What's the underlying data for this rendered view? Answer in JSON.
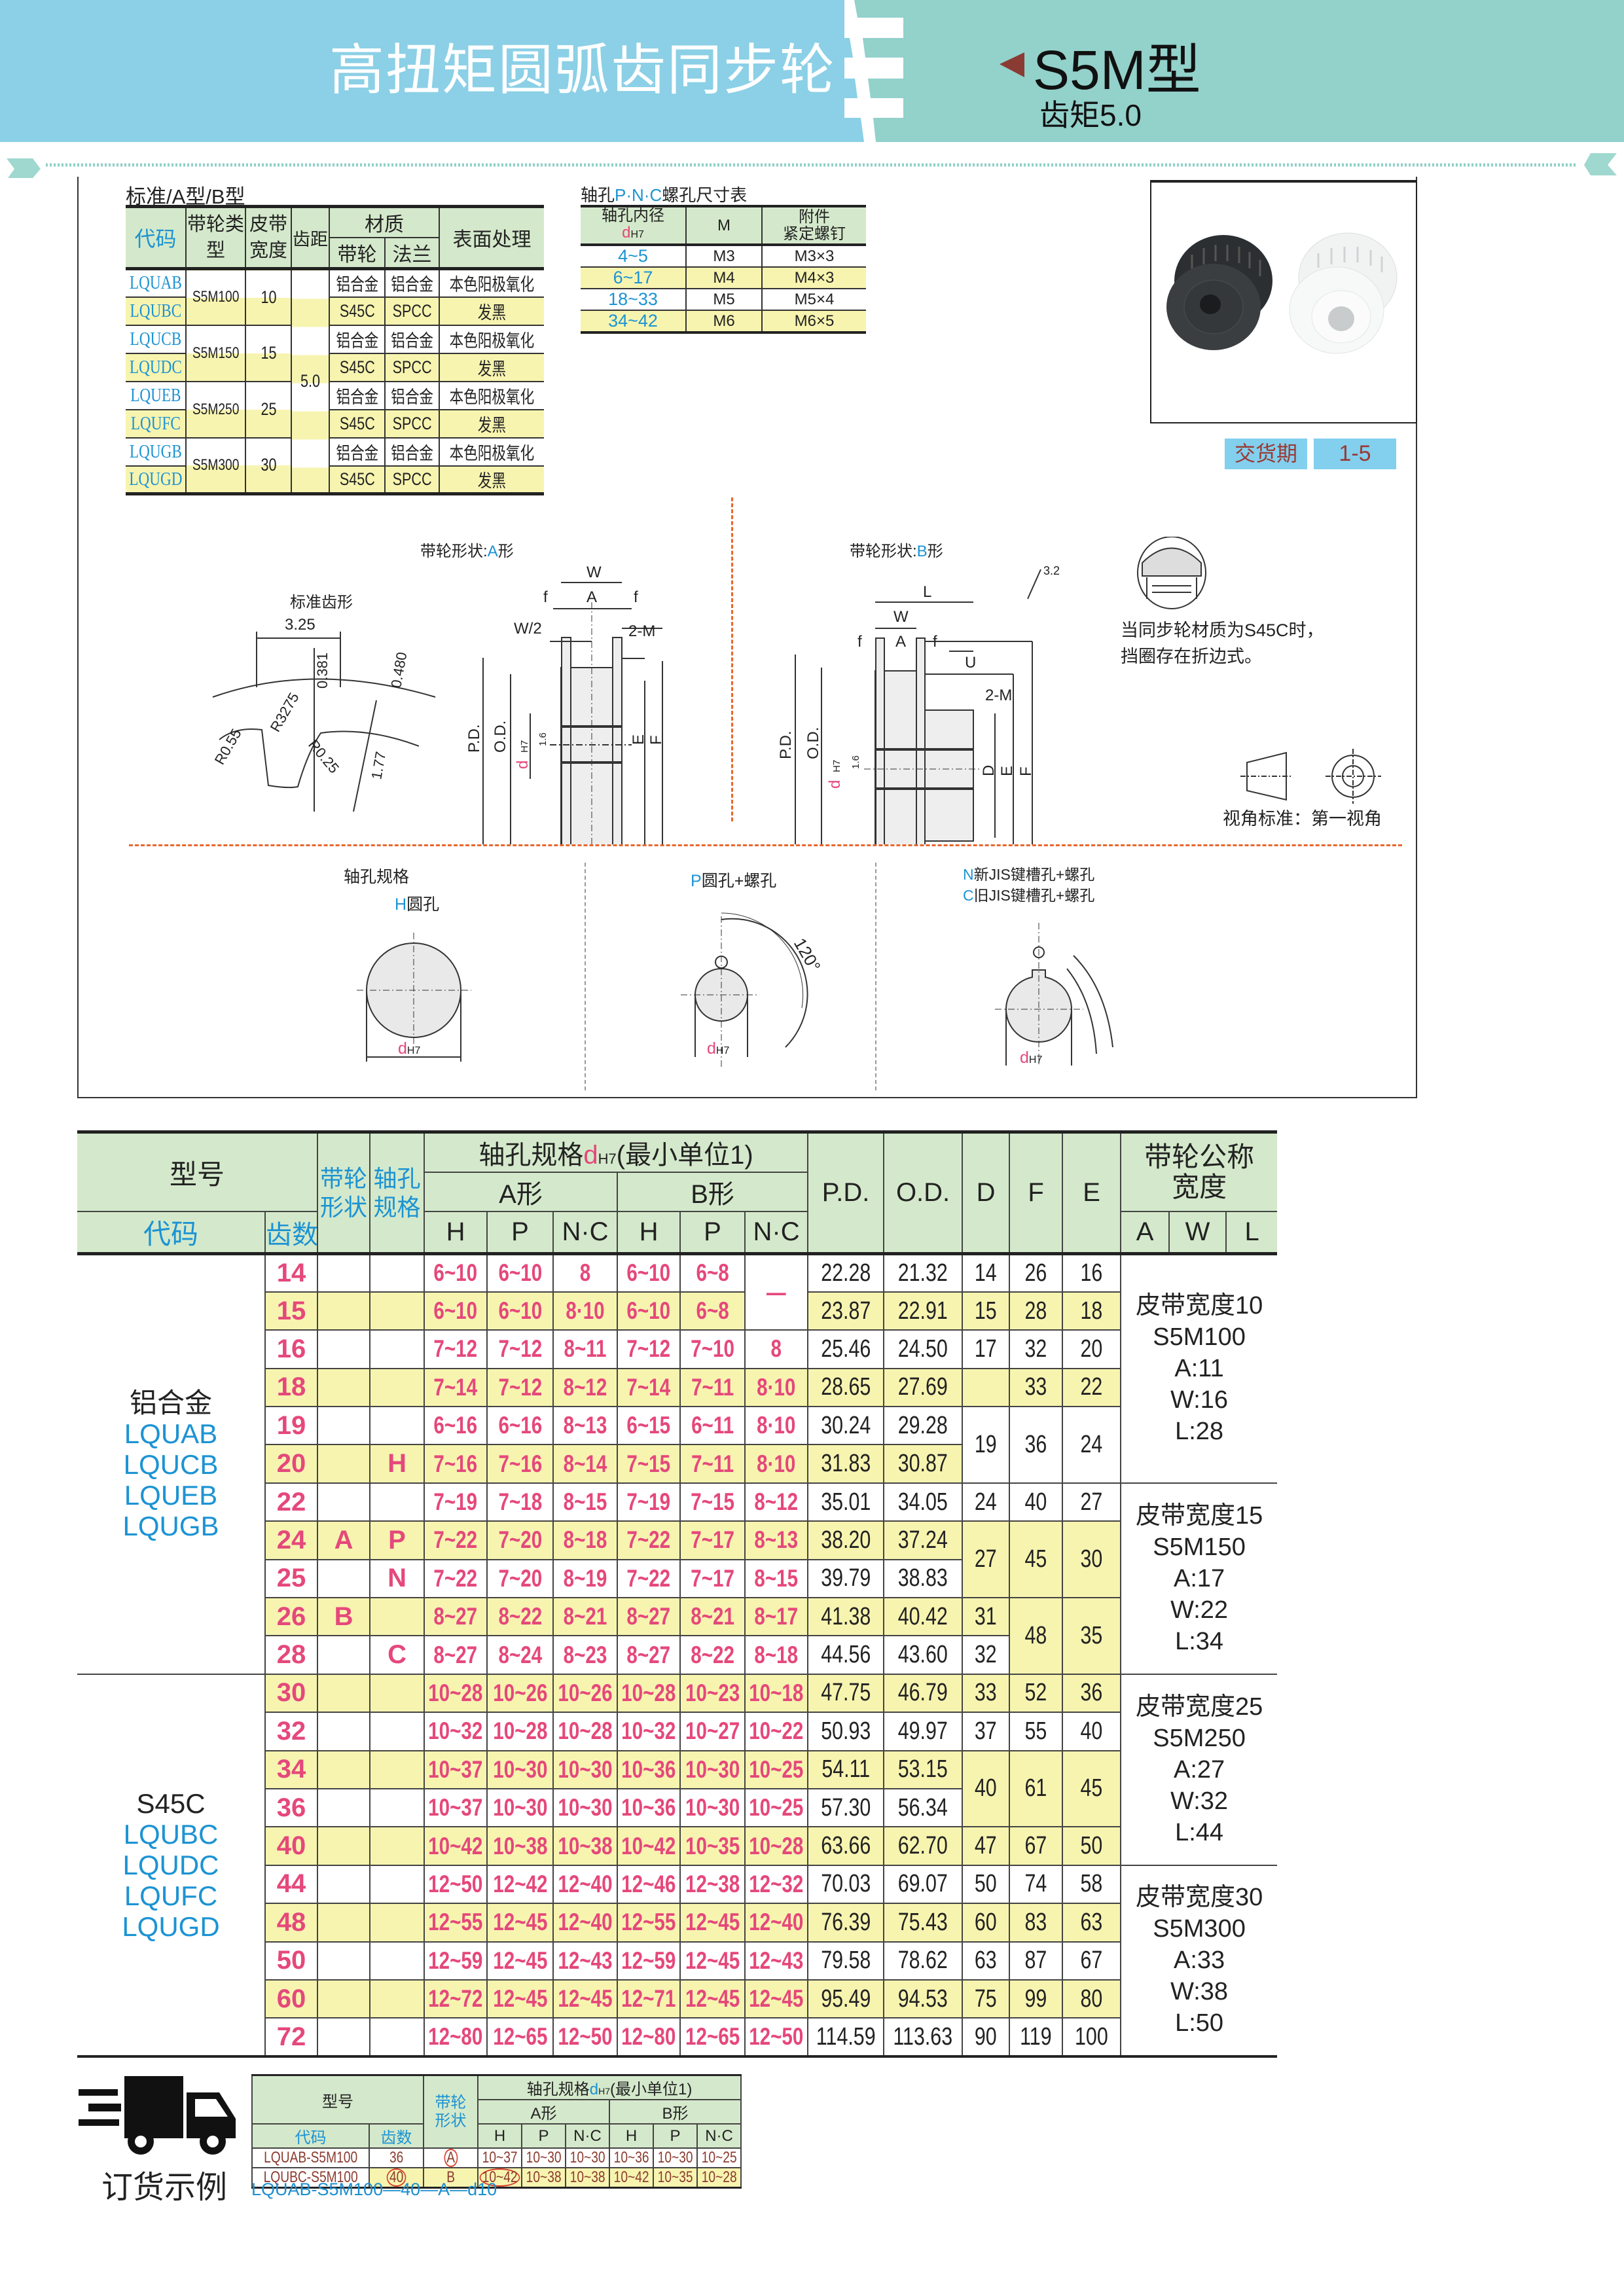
{
  "header": {
    "title": "高扭矩圆弧齿同步轮",
    "model": "S5M型",
    "pitch": "齿矩5.0"
  },
  "std_table": {
    "title": "标准/A型/B型",
    "headers": {
      "code": "代码",
      "type": "带轮类型",
      "width": "皮带宽度",
      "pitch": "齿距",
      "material": "材质",
      "pulley": "带轮",
      "flange": "法兰",
      "surface": "表面处理"
    },
    "pitch_value": "5.0",
    "rows": [
      {
        "code": "LQUAB",
        "type": "S5M100",
        "width": "10",
        "m1": "铝合金",
        "m2": "铝合金",
        "surface": "本色阳极氧化"
      },
      {
        "code": "LQUBC",
        "m1": "S45C",
        "m2": "SPCC",
        "surface": "发黑"
      },
      {
        "code": "LQUCB",
        "type": "S5M150",
        "width": "15",
        "m1": "铝合金",
        "m2": "铝合金",
        "surface": "本色阳极氧化"
      },
      {
        "code": "LQUDC",
        "m1": "S45C",
        "m2": "SPCC",
        "surface": "发黑"
      },
      {
        "code": "LQUEB",
        "type": "S5M250",
        "width": "25",
        "m1": "铝合金",
        "m2": "铝合金",
        "surface": "本色阳极氧化"
      },
      {
        "code": "LQUFC",
        "m1": "S45C",
        "m2": "SPCC",
        "surface": "发黑"
      },
      {
        "code": "LQUGB",
        "type": "S5M300",
        "width": "30",
        "m1": "铝合金",
        "m2": "铝合金",
        "surface": "本色阳极氧化"
      },
      {
        "code": "LQUGD",
        "m1": "S45C",
        "m2": "SPCC",
        "surface": "发黑"
      }
    ]
  },
  "pnc_table": {
    "title_a": "轴孔",
    "title_b": "P·N·C",
    "title_c": "螺孔尺寸表",
    "headers": {
      "bore": "轴孔内径",
      "d": "d",
      "h7": "H7",
      "m": "M",
      "acc1": "附件",
      "acc2": "紧定螺钉"
    },
    "rows": [
      {
        "bore": "4~5",
        "m": "M3",
        "screw": "M3×3"
      },
      {
        "bore": "6~17",
        "m": "M4",
        "screw": "M4×3"
      },
      {
        "bore": "18~33",
        "m": "M5",
        "screw": "M5×4"
      },
      {
        "bore": "34~42",
        "m": "M6",
        "screw": "M6×5"
      }
    ]
  },
  "delivery": {
    "label": "交货期",
    "value": "1-5"
  },
  "diagrams": {
    "tooth_title": "标准齿形",
    "tooth_dims": {
      "pitch": "3.25",
      "h1": "0.381",
      "h2": "0.480",
      "r1": "R0.55",
      "r2": "R3275",
      "r3": "R0.25",
      "depth": "1.77"
    },
    "a_title": "带轮形状:",
    "a_letter": "A",
    "shape_suffix": "形",
    "b_title": "带轮形状:",
    "b_letter": "B",
    "labels": {
      "W": "W",
      "f": "f",
      "A": "A",
      "W2": "W/2",
      "M": "2-M",
      "PD": "P.D.",
      "OD": "O.D.",
      "d": "d",
      "H7": "H7",
      "rough16": "1.6",
      "E": "E",
      "F": "F",
      "L": "L",
      "U": "U",
      "D": "D",
      "rough32": "3.2"
    },
    "note1": "当同步轮材质为S45C时，",
    "note2": "挡圈存在折边式。",
    "view": "视角标准：第一视角",
    "bore_title": "轴孔规格",
    "bore_h_letter": "H",
    "bore_h": "圆孔",
    "bore_p_letter": "P",
    "bore_p": "圆孔+螺孔",
    "angle": "120°",
    "bore_n_letter": "N",
    "bore_n": "新JIS键槽孔+螺孔",
    "bore_c_letter": "C",
    "bore_c": "旧JIS键槽孔+螺孔"
  },
  "main": {
    "headers": {
      "model": "型号",
      "shape1": "带轮",
      "shape2": "形状",
      "bore1": "轴孔",
      "bore2": "规格",
      "spec_a": "轴孔规格",
      "spec_d": "d",
      "spec_h7": "H7",
      "spec_b": "(最小单位1)",
      "a_form": "A形",
      "b_form": "B形",
      "pd": "P.D.",
      "od": "O.D.",
      "d": "D",
      "f": "F",
      "e": "E",
      "width1": "带轮公称",
      "width2": "宽度",
      "code": "代码",
      "teeth": "齿数",
      "H": "H",
      "P": "P",
      "NC": "N·C",
      "A": "A",
      "W": "W",
      "L": "L"
    },
    "material_groups": [
      {
        "material": "铝合金",
        "codes": [
          "LQUAB",
          "LQUCB",
          "LQUEB",
          "LQUGB"
        ],
        "span": 11
      },
      {
        "material": "S45C",
        "codes": [
          "LQUBC",
          "LQUDC",
          "LQUFC",
          "LQUGD"
        ],
        "span": 10
      }
    ],
    "width_groups": [
      {
        "title": "皮带宽度10",
        "type": "S5M100",
        "a": "A:11",
        "w": "W:16",
        "l": "L:28",
        "span": 6
      },
      {
        "title": "皮带宽度15",
        "type": "S5M150",
        "a": "A:17",
        "w": "W:22",
        "l": "L:34",
        "span": 5
      },
      {
        "title": "皮带宽度25",
        "type": "S5M250",
        "a": "A:27",
        "w": "W:32",
        "l": "L:44",
        "span": 5
      },
      {
        "title": "皮带宽度30",
        "type": "S5M300",
        "a": "A:33",
        "w": "W:38",
        "l": "L:50",
        "span": 5
      }
    ],
    "rows": [
      {
        "teeth": "14",
        "shape": "",
        "bore": "",
        "ha": "6~10",
        "pa": "6~10",
        "nca": "8",
        "hb": "6~10",
        "pb": "6~8",
        "ncb": "—",
        "pd": "22.28",
        "od": "21.32",
        "d": "14",
        "f": "26",
        "e": "16"
      },
      {
        "teeth": "15",
        "shape": "",
        "bore": "",
        "ha": "6~10",
        "pa": "6~10",
        "nca": "8·10",
        "hb": "6~10",
        "pb": "6~8",
        "ncb": null,
        "pd": "23.87",
        "od": "22.91",
        "d": "15",
        "f": "28",
        "e": "18"
      },
      {
        "teeth": "16",
        "shape": "",
        "bore": "",
        "ha": "7~12",
        "pa": "7~12",
        "nca": "8~11",
        "hb": "7~12",
        "pb": "7~10",
        "ncb": "8",
        "pd": "25.46",
        "od": "24.50",
        "d": "17",
        "f": "32",
        "e": "20"
      },
      {
        "teeth": "18",
        "shape": "",
        "bore": "",
        "ha": "7~14",
        "pa": "7~12",
        "nca": "8~12",
        "hb": "7~14",
        "pb": "7~11",
        "ncb": "8·10",
        "pd": "28.65",
        "od": "27.69",
        "d": "",
        "f": "33",
        "e": "22"
      },
      {
        "teeth": "19",
        "shape": "",
        "bore": "",
        "ha": "6~16",
        "pa": "6~16",
        "nca": "8~13",
        "hb": "6~15",
        "pb": "6~11",
        "ncb": "8·10",
        "pd": "30.24",
        "od": "29.28",
        "d": "19",
        "f": "36",
        "e": "24"
      },
      {
        "teeth": "20",
        "shape": "",
        "bore": "H",
        "ha": "7~16",
        "pa": "7~16",
        "nca": "8~14",
        "hb": "7~15",
        "pb": "7~11",
        "ncb": "8·10",
        "pd": "31.83",
        "od": "30.87",
        "d": null,
        "f": null,
        "e": null
      },
      {
        "teeth": "22",
        "shape": "",
        "bore": "",
        "ha": "7~19",
        "pa": "7~18",
        "nca": "8~15",
        "hb": "7~19",
        "pb": "7~15",
        "ncb": "8~12",
        "pd": "35.01",
        "od": "34.05",
        "d": "24",
        "f": "40",
        "e": "27"
      },
      {
        "teeth": "24",
        "shape": "A",
        "bore": "P",
        "ha": "7~22",
        "pa": "7~20",
        "nca": "8~18",
        "hb": "7~22",
        "pb": "7~17",
        "ncb": "8~13",
        "pd": "38.20",
        "od": "37.24",
        "d": "27",
        "f": "45",
        "e": "30"
      },
      {
        "teeth": "25",
        "shape": "",
        "bore": "N",
        "ha": "7~22",
        "pa": "7~20",
        "nca": "8~19",
        "hb": "7~22",
        "pb": "7~17",
        "ncb": "8~15",
        "pd": "39.79",
        "od": "38.83",
        "d": null,
        "f": null,
        "e": null
      },
      {
        "teeth": "26",
        "shape": "B",
        "bore": "",
        "ha": "8~27",
        "pa": "8~22",
        "nca": "8~21",
        "hb": "8~27",
        "pb": "8~21",
        "ncb": "8~17",
        "pd": "41.38",
        "od": "40.42",
        "d": "31",
        "f": "48",
        "e": "35"
      },
      {
        "teeth": "28",
        "shape": "",
        "bore": "C",
        "ha": "8~27",
        "pa": "8~24",
        "nca": "8~23",
        "hb": "8~27",
        "pb": "8~22",
        "ncb": "8~18",
        "pd": "44.56",
        "od": "43.60",
        "d": "32",
        "f": null,
        "e": null
      },
      {
        "teeth": "30",
        "shape": "",
        "bore": "",
        "ha": "10~28",
        "pa": "10~26",
        "nca": "10~26",
        "hb": "10~28",
        "pb": "10~23",
        "ncb": "10~18",
        "pd": "47.75",
        "od": "46.79",
        "d": "33",
        "f": "52",
        "e": "36"
      },
      {
        "teeth": "32",
        "shape": "",
        "bore": "",
        "ha": "10~32",
        "pa": "10~28",
        "nca": "10~28",
        "hb": "10~32",
        "pb": "10~27",
        "ncb": "10~22",
        "pd": "50.93",
        "od": "49.97",
        "d": "37",
        "f": "55",
        "e": "40"
      },
      {
        "teeth": "34",
        "shape": "",
        "bore": "",
        "ha": "10~37",
        "pa": "10~30",
        "nca": "10~30",
        "hb": "10~36",
        "pb": "10~30",
        "ncb": "10~25",
        "pd": "54.11",
        "od": "53.15",
        "d": "40",
        "f": "61",
        "e": "45"
      },
      {
        "teeth": "36",
        "shape": "",
        "bore": "",
        "ha": "10~37",
        "pa": "10~30",
        "nca": "10~30",
        "hb": "10~36",
        "pb": "10~30",
        "ncb": "10~25",
        "pd": "57.30",
        "od": "56.34",
        "d": null,
        "f": null,
        "e": null
      },
      {
        "teeth": "40",
        "shape": "",
        "bore": "",
        "ha": "10~42",
        "pa": "10~38",
        "nca": "10~38",
        "hb": "10~42",
        "pb": "10~35",
        "ncb": "10~28",
        "pd": "63.66",
        "od": "62.70",
        "d": "47",
        "f": "67",
        "e": "50"
      },
      {
        "teeth": "44",
        "shape": "",
        "bore": "",
        "ha": "12~50",
        "pa": "12~42",
        "nca": "12~40",
        "hb": "12~46",
        "pb": "12~38",
        "ncb": "12~32",
        "pd": "70.03",
        "od": "69.07",
        "d": "50",
        "f": "74",
        "e": "58"
      },
      {
        "teeth": "48",
        "shape": "",
        "bore": "",
        "ha": "12~55",
        "pa": "12~45",
        "nca": "12~40",
        "hb": "12~55",
        "pb": "12~45",
        "ncb": "12~40",
        "pd": "76.39",
        "od": "75.43",
        "d": "60",
        "f": "83",
        "e": "63"
      },
      {
        "teeth": "50",
        "shape": "",
        "bore": "",
        "ha": "12~59",
        "pa": "12~45",
        "nca": "12~43",
        "hb": "12~59",
        "pb": "12~45",
        "ncb": "12~43",
        "pd": "79.58",
        "od": "78.62",
        "d": "63",
        "f": "87",
        "e": "67"
      },
      {
        "teeth": "60",
        "shape": "",
        "bore": "",
        "ha": "12~72",
        "pa": "12~45",
        "nca": "12~45",
        "hb": "12~71",
        "pb": "12~45",
        "ncb": "12~45",
        "pd": "95.49",
        "od": "94.53",
        "d": "75",
        "f": "99",
        "e": "80"
      },
      {
        "teeth": "72",
        "shape": "",
        "bore": "",
        "ha": "12~80",
        "pa": "12~65",
        "nca": "12~50",
        "hb": "12~80",
        "pb": "12~65",
        "ncb": "12~50",
        "pd": "114.59",
        "od": "113.63",
        "d": "90",
        "f": "119",
        "e": "100"
      }
    ]
  },
  "order": {
    "label": "订货示例",
    "headers": {
      "model": "型号",
      "shape1": "带轮",
      "shape2": "形状",
      "spec_a": "轴孔规格",
      "spec_d": "d",
      "spec_h7": "H7",
      "spec_b": "(最小单位1)",
      "a_form": "A形",
      "b_form": "B形",
      "code": "代码",
      "teeth": "齿数",
      "H": "H",
      "P": "P",
      "NC": "N·C"
    },
    "rows": [
      {
        "code": "LQUAB-S5M100",
        "teeth": "36",
        "shape": "A",
        "ha": "10~37",
        "pa": "10~30",
        "nca": "10~30",
        "hb": "10~36",
        "pb": "10~30",
        "ncb": "10~25"
      },
      {
        "code": "LQUBC-S5M100",
        "teeth": "40",
        "shape": "B",
        "ha": "10~42",
        "pa": "10~38",
        "nca": "10~38",
        "hb": "10~42",
        "pb": "10~35",
        "ncb": "10~28"
      }
    ],
    "example": "LQUAB-S5M100—40—A—d10"
  },
  "colors": {
    "header_left": "#8bd0e6",
    "header_right": "#93d1cb",
    "table_header": "#d4e9cb",
    "row_highlight": "#f7f4b0",
    "code_blue": "#1c93d3",
    "value_pink": "#e5487b",
    "badge": "#82cfee",
    "badge_text": "#9a3a33"
  }
}
